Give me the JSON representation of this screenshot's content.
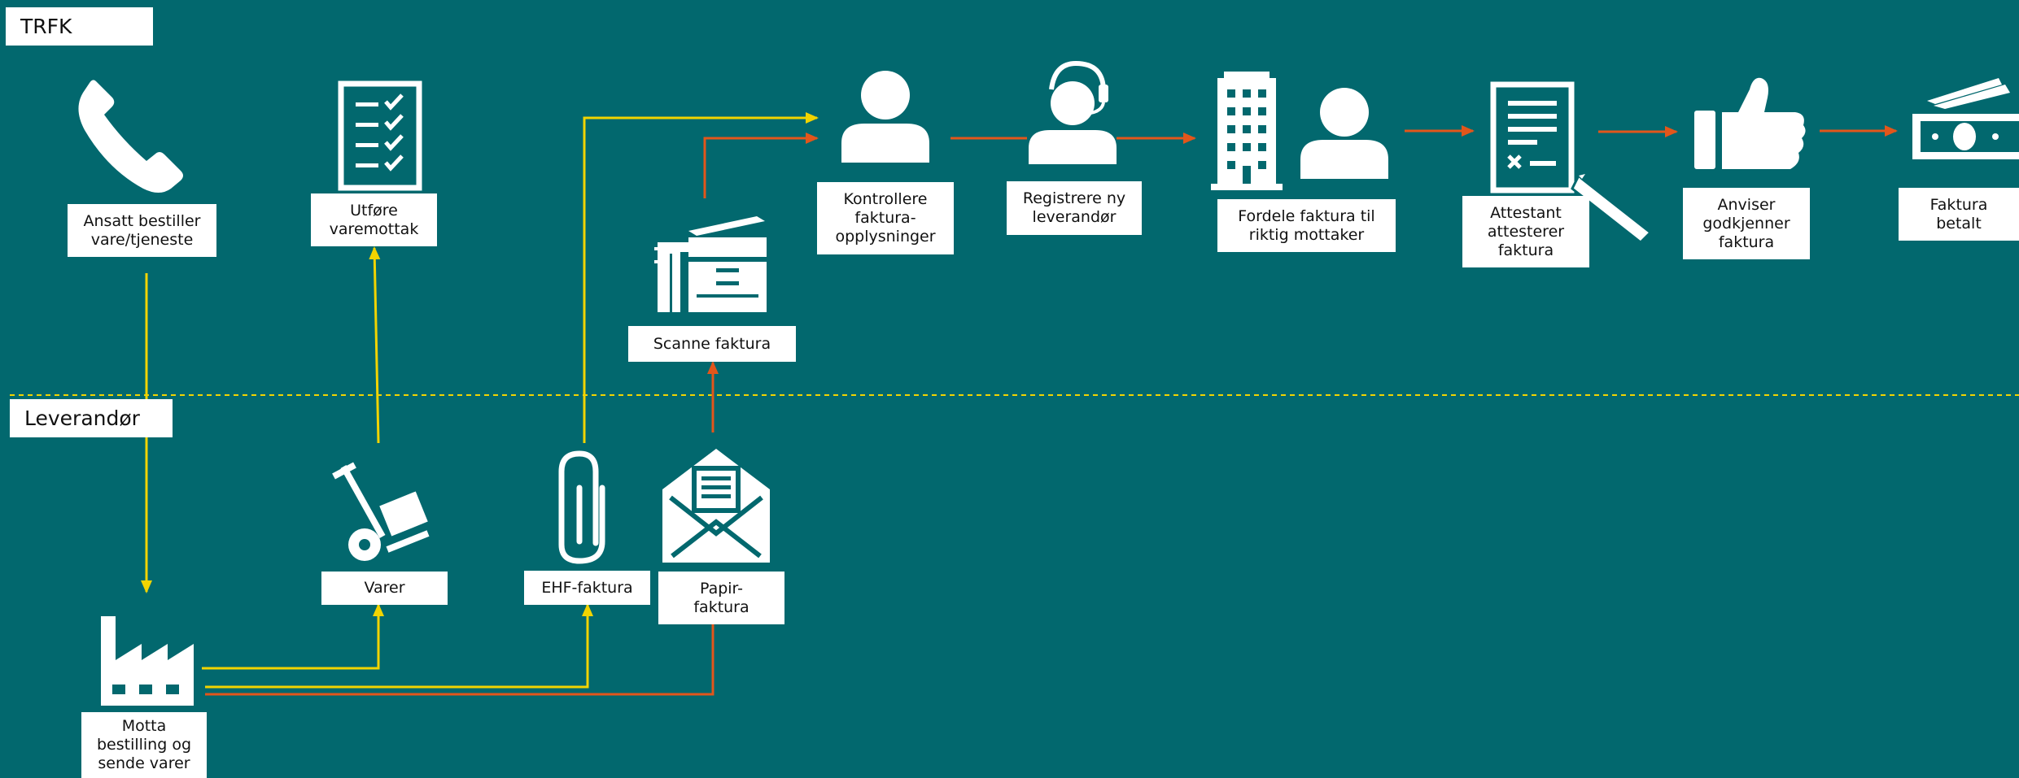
{
  "lanes": {
    "top": "TRFK",
    "bottom": "Leverandør"
  },
  "steps": {
    "order": "Ansatt bestiller\nvare/tjeneste",
    "receive": "Utføre\nvaremottak",
    "supplier": "Motta\nbestilling og\nsende varer",
    "goods": "Varer",
    "ehf": "EHF-faktura",
    "paper": "Papir-\nfaktura",
    "scan": "Scanne faktura",
    "control": "Kontrollere\nfaktura-\nopplysninger",
    "register": "Registrere ny\nleverandør",
    "distribute": "Fordele faktura til\nriktig mottaker",
    "attest": "Attestant\nattesterer\nfaktura",
    "approve": "Anviser\ngodkjenner\nfaktura",
    "paid": "Faktura\nbetalt"
  },
  "icons": [
    "phone-icon",
    "checklist-icon",
    "factory-icon",
    "hand-truck-icon",
    "paperclip-icon",
    "envelope-icon",
    "scanner-icon",
    "person-icon",
    "headset-person-icon",
    "building-icon",
    "document-pen-icon",
    "thumbs-up-icon",
    "money-icon"
  ],
  "colors": {
    "background": "#02686e",
    "yellow_flow": "#f2d400",
    "orange_flow": "#e2561b",
    "divider": "#f2d400"
  }
}
